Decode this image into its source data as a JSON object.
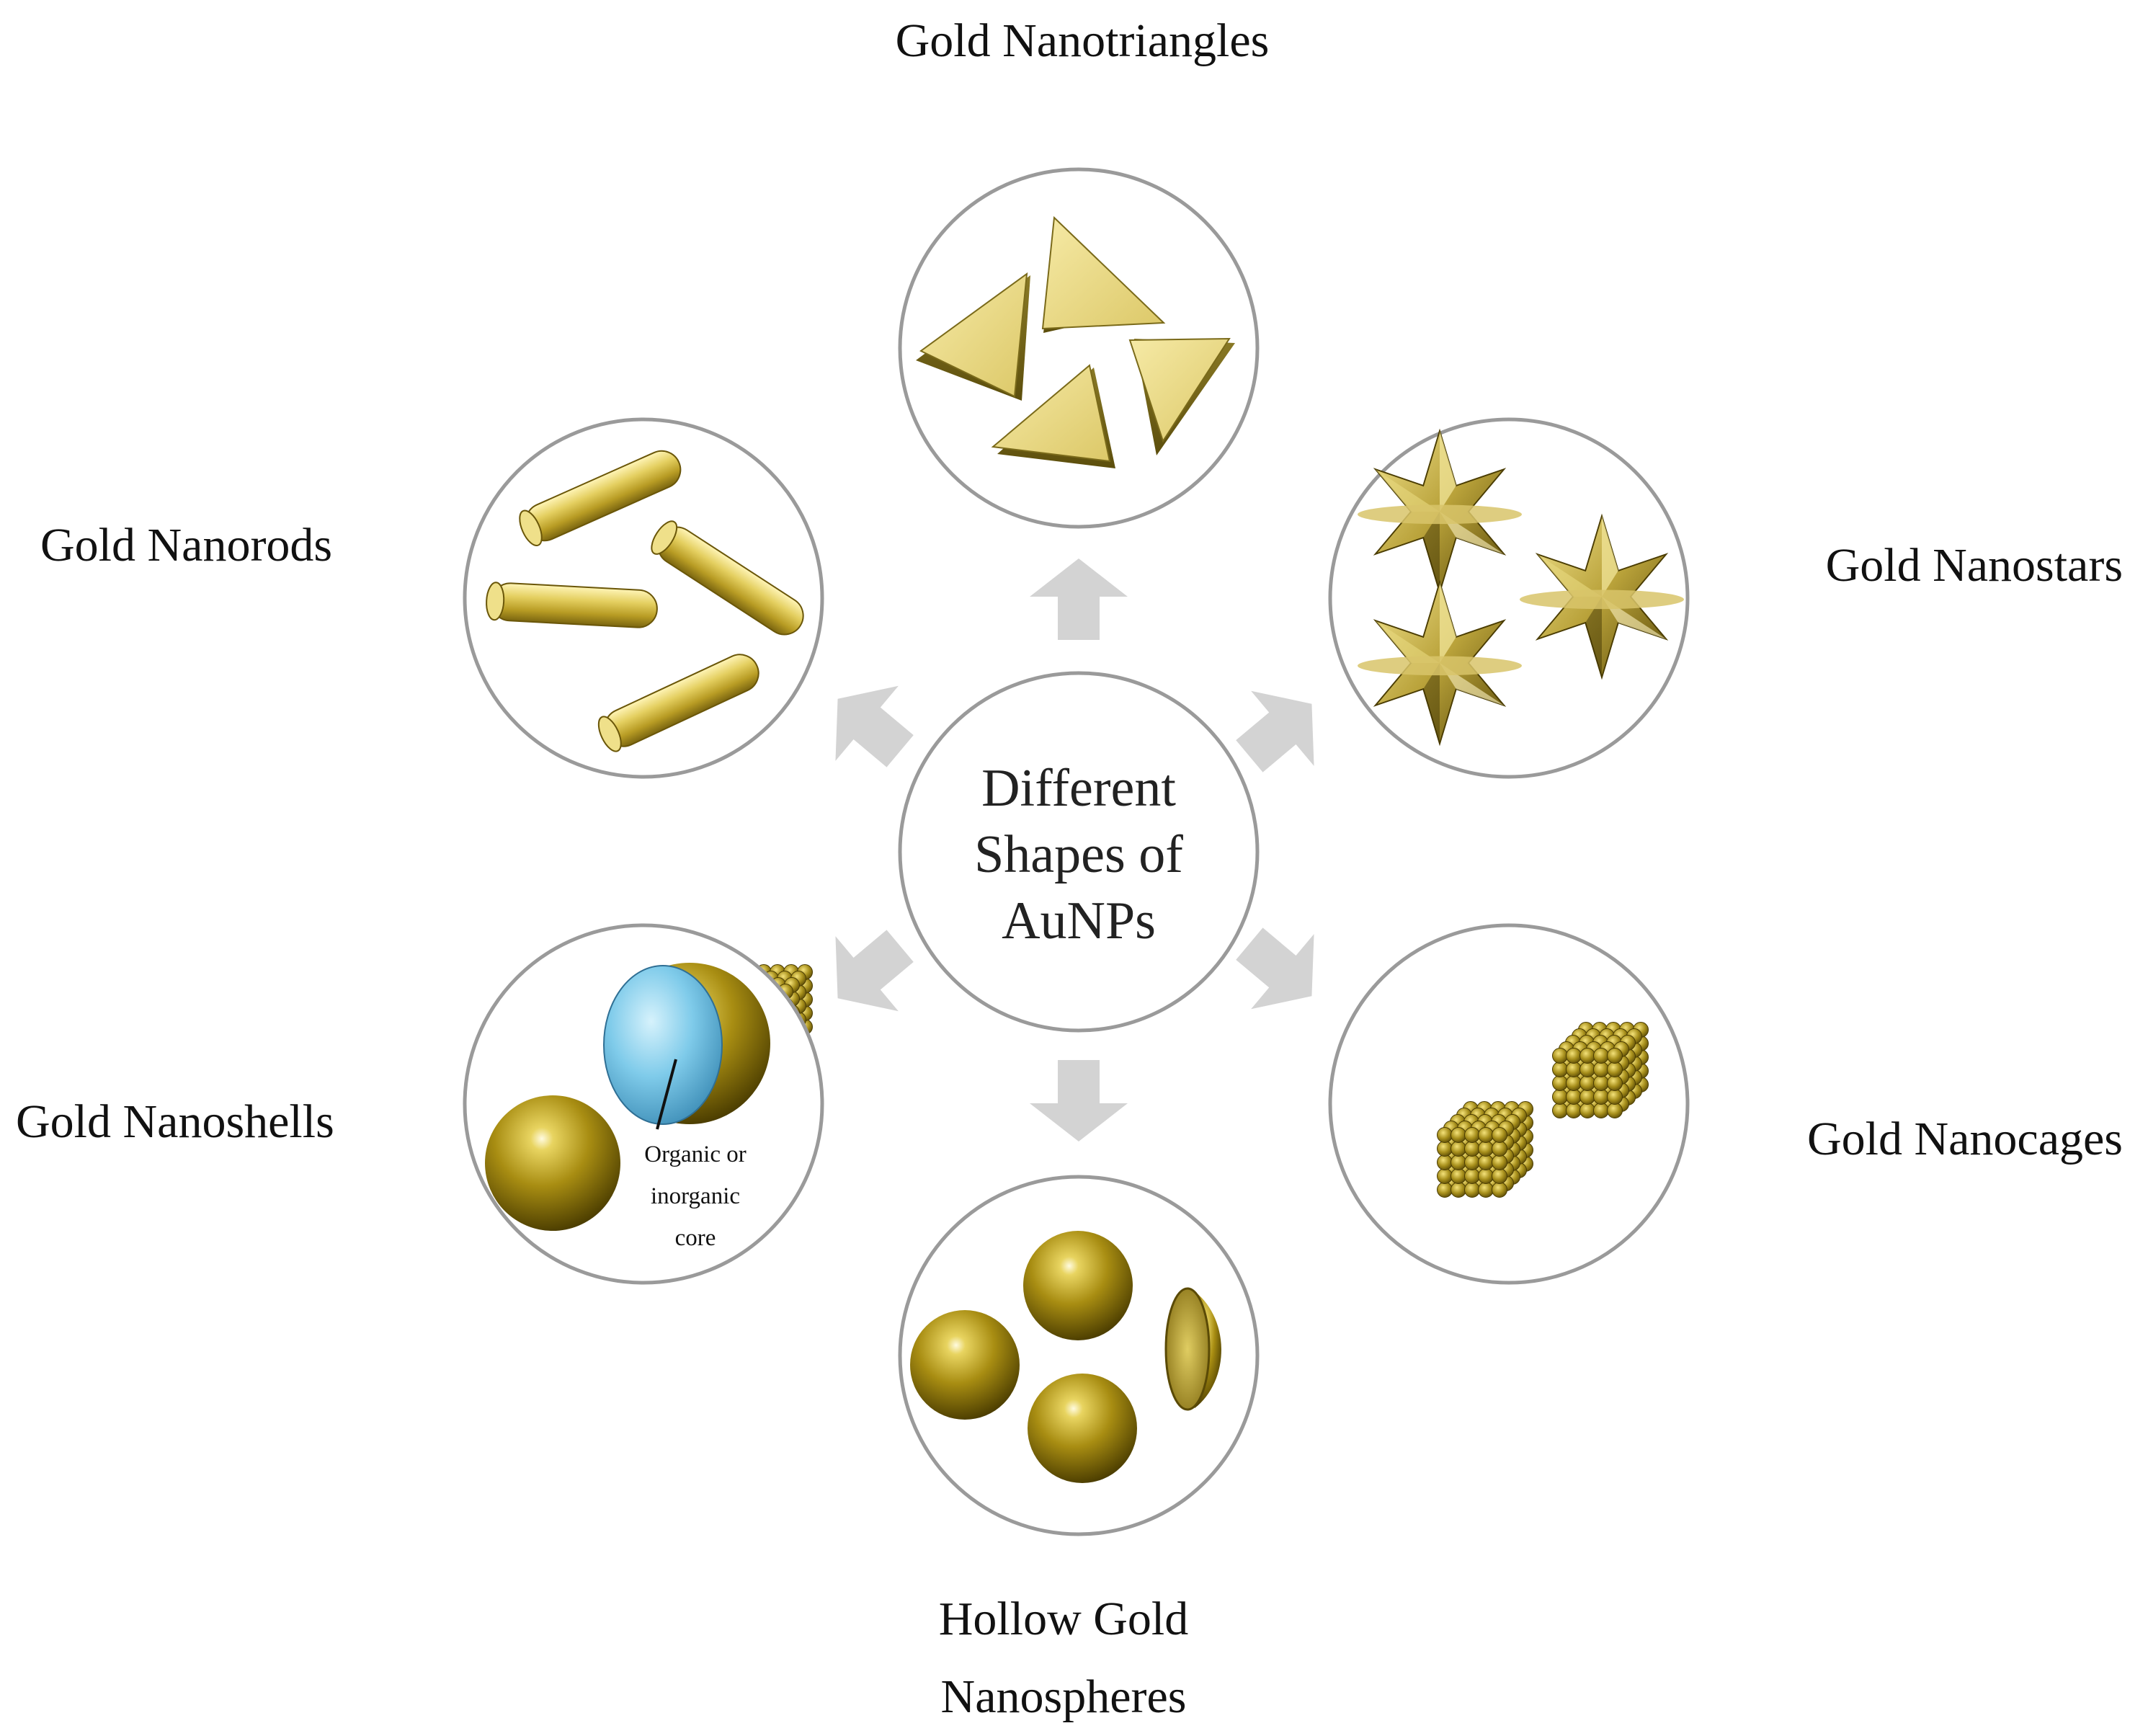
{
  "center": {
    "lines": [
      "Different",
      "Shapes of",
      "AuNPs"
    ]
  },
  "shapes": {
    "nanotriangles": {
      "label": "Gold Nanotriangles"
    },
    "nanostars": {
      "label": "Gold Nanostars"
    },
    "nanocages": {
      "label": "Gold Nanocages"
    },
    "hollow": {
      "label_lines": [
        "Hollow Gold",
        "Nanospheres"
      ]
    },
    "nanoshells": {
      "label": "Gold Nanoshells",
      "core_label_lines": [
        "Organic or",
        "inorganic",
        "core"
      ]
    },
    "nanorods": {
      "label": "Gold Nanorods"
    }
  },
  "colors": {
    "gold_light": "#f3e59a",
    "gold_mid": "#d8c25c",
    "gold_dark": "#6e5e10",
    "sphere_gold": "#b39a14",
    "shell_core_blue": "#6cc0e6",
    "ring_stroke": "#9a9a9a",
    "arrow_gray": "#d3d3d3"
  }
}
